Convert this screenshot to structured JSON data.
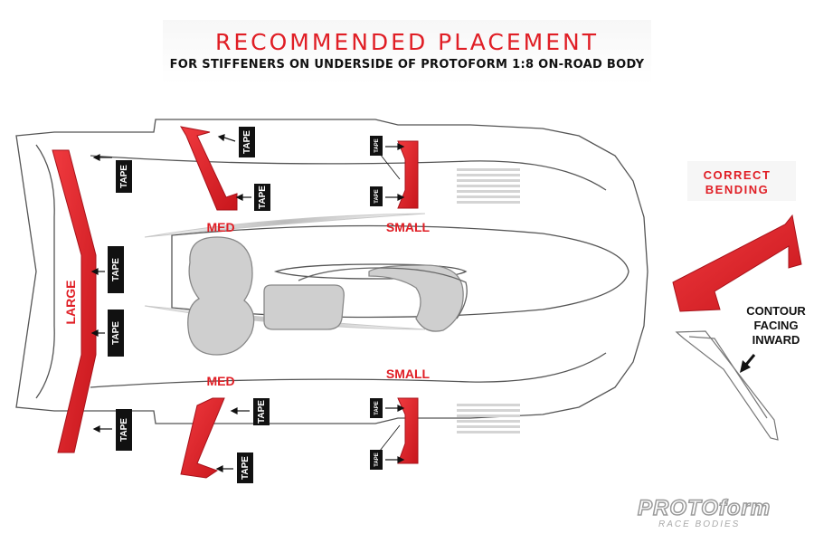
{
  "header": {
    "title": "RECOMMENDED PLACEMENT",
    "subtitle": "FOR STIFFENERS ON UNDERSIDE OF PROTOFORM 1:8 ON-ROAD BODY"
  },
  "labels": {
    "large": "LARGE",
    "med": "MED",
    "small": "SMALL",
    "tape": "TAPE"
  },
  "side_panel": {
    "correct_line1": "CORRECT",
    "correct_line2": "BENDING",
    "contour_line1": "CONTOUR",
    "contour_line2": "FACING",
    "contour_line3": "INWARD"
  },
  "brand": {
    "name": "PROTOform",
    "tagline": "RACE BODIES"
  },
  "colors": {
    "accent": "#e01e25",
    "tape": "#111111",
    "outline": "#555555",
    "cockpit": "#cfcfcf"
  }
}
